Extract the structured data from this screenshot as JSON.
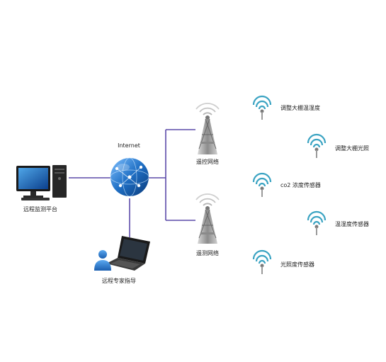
{
  "colors": {
    "line": "#5b4aa8",
    "signal": "#3aa3c2",
    "globe": "#1f6fc4",
    "tower": "#9a9a9a",
    "text": "#222222"
  },
  "nodes": {
    "internet": {
      "label": "Internet",
      "icon": "globe-icon"
    },
    "monitor_platform": {
      "label": "远程监测平台",
      "icon": "desktop-computer-icon"
    },
    "expert_guidance": {
      "label": "远程专家指导",
      "icon": "laptop-user-icon"
    },
    "remote_control_network": {
      "label": "遥控网络",
      "icon": "signal-tower-icon"
    },
    "telemetry_network": {
      "label": "遥测网络",
      "icon": "signal-tower-icon"
    }
  },
  "sensors": [
    {
      "label": "调整大棚温湿度",
      "icon": "wireless-sensor-icon"
    },
    {
      "label": "调整大棚光照",
      "icon": "wireless-sensor-icon"
    },
    {
      "label": "co2 浓度传感器",
      "icon": "wireless-sensor-icon"
    },
    {
      "label": "温湿度传感器",
      "icon": "wireless-sensor-icon"
    },
    {
      "label": "光照度传感器",
      "icon": "wireless-sensor-icon"
    }
  ]
}
